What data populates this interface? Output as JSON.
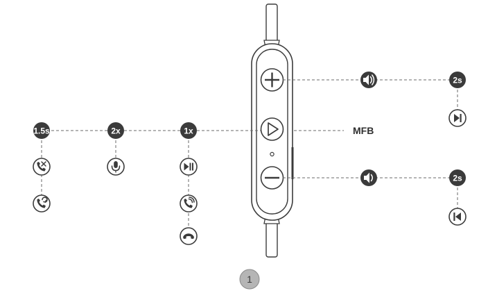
{
  "labels": {
    "mfb": "MFB",
    "press_15s": "1.5s",
    "press_2x": "2x",
    "press_1x": "1x",
    "hold_plus": "2s",
    "hold_minus": "2s"
  },
  "page_number": "1",
  "icons": {
    "left_col_1": [
      "phone-reject-icon",
      "phone-redial-icon"
    ],
    "left_col_2": [
      "microphone-icon"
    ],
    "left_col_3": [
      "play-pause-icon",
      "phone-answer-icon",
      "phone-hangup-icon"
    ],
    "right_top": [
      "volume-up-icon",
      "next-track-icon"
    ],
    "right_bottom": [
      "volume-down-icon",
      "previous-track-icon"
    ]
  },
  "colors": {
    "ink": "#3b3b3b",
    "page_badge": "#b5b5b5"
  }
}
